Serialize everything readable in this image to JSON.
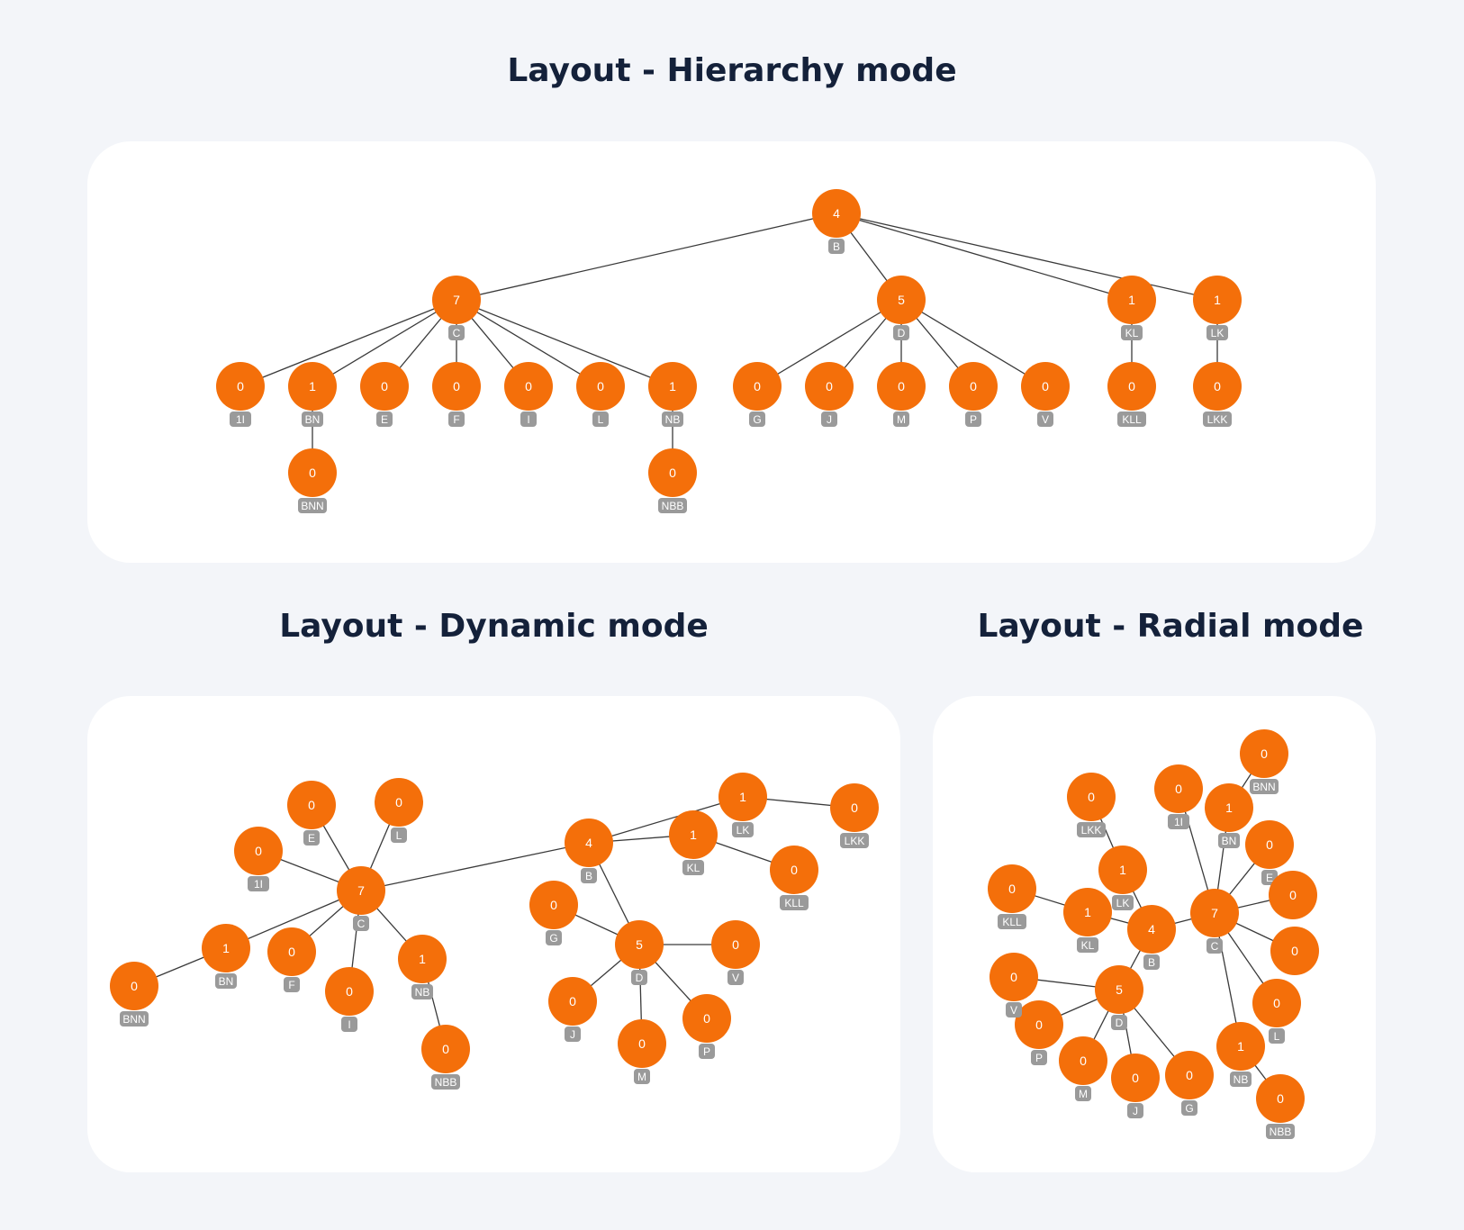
{
  "titles": {
    "hierarchy": "Layout - Hierarchy mode",
    "dynamic": "Layout - Dynamic mode",
    "radial": "Layout - Radial mode"
  },
  "colors": {
    "page_background": "#f3f5f9",
    "panel_background": "#ffffff",
    "node_fill": "#f46f0a",
    "node_text": "#ffffff",
    "tag_fill": "#9a9a9a",
    "edge": "#3a3a3a",
    "title": "#14213a"
  },
  "nodes": [
    {
      "id": "B",
      "value": "4"
    },
    {
      "id": "C",
      "value": "7"
    },
    {
      "id": "D",
      "value": "5"
    },
    {
      "id": "KL",
      "value": "1"
    },
    {
      "id": "LK",
      "value": "1"
    },
    {
      "id": "1I",
      "value": "0"
    },
    {
      "id": "BN",
      "value": "1"
    },
    {
      "id": "E",
      "value": "0"
    },
    {
      "id": "F",
      "value": "0"
    },
    {
      "id": "I",
      "value": "0"
    },
    {
      "id": "L",
      "value": "0"
    },
    {
      "id": "NB",
      "value": "1"
    },
    {
      "id": "G",
      "value": "0"
    },
    {
      "id": "J",
      "value": "0"
    },
    {
      "id": "M",
      "value": "0"
    },
    {
      "id": "P",
      "value": "0"
    },
    {
      "id": "V",
      "value": "0"
    },
    {
      "id": "KLL",
      "value": "0"
    },
    {
      "id": "LKK",
      "value": "0"
    },
    {
      "id": "BNN",
      "value": "0"
    },
    {
      "id": "NBB",
      "value": "0"
    }
  ],
  "edges": [
    [
      "B",
      "C"
    ],
    [
      "B",
      "D"
    ],
    [
      "B",
      "KL"
    ],
    [
      "B",
      "LK"
    ],
    [
      "C",
      "1I"
    ],
    [
      "C",
      "BN"
    ],
    [
      "C",
      "E"
    ],
    [
      "C",
      "F"
    ],
    [
      "C",
      "I"
    ],
    [
      "C",
      "L"
    ],
    [
      "C",
      "NB"
    ],
    [
      "D",
      "G"
    ],
    [
      "D",
      "J"
    ],
    [
      "D",
      "M"
    ],
    [
      "D",
      "P"
    ],
    [
      "D",
      "V"
    ],
    [
      "KL",
      "KLL"
    ],
    [
      "LK",
      "LKK"
    ],
    [
      "BN",
      "BNN"
    ],
    [
      "NB",
      "NBB"
    ]
  ]
}
